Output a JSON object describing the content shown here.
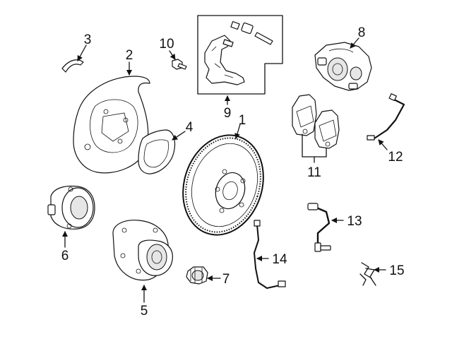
{
  "colors": {
    "line": "#111111",
    "background": "#ffffff",
    "shade": "#e6e6e6"
  },
  "callouts": [
    {
      "id": "1",
      "label": "1"
    },
    {
      "id": "2",
      "label": "2"
    },
    {
      "id": "3",
      "label": "3"
    },
    {
      "id": "4",
      "label": "4"
    },
    {
      "id": "5",
      "label": "5"
    },
    {
      "id": "6",
      "label": "6"
    },
    {
      "id": "7",
      "label": "7"
    },
    {
      "id": "8",
      "label": "8"
    },
    {
      "id": "9",
      "label": "9"
    },
    {
      "id": "10",
      "label": "10"
    },
    {
      "id": "11",
      "label": "11"
    },
    {
      "id": "12",
      "label": "12"
    },
    {
      "id": "13",
      "label": "13"
    },
    {
      "id": "14",
      "label": "14"
    },
    {
      "id": "15",
      "label": "15"
    }
  ]
}
